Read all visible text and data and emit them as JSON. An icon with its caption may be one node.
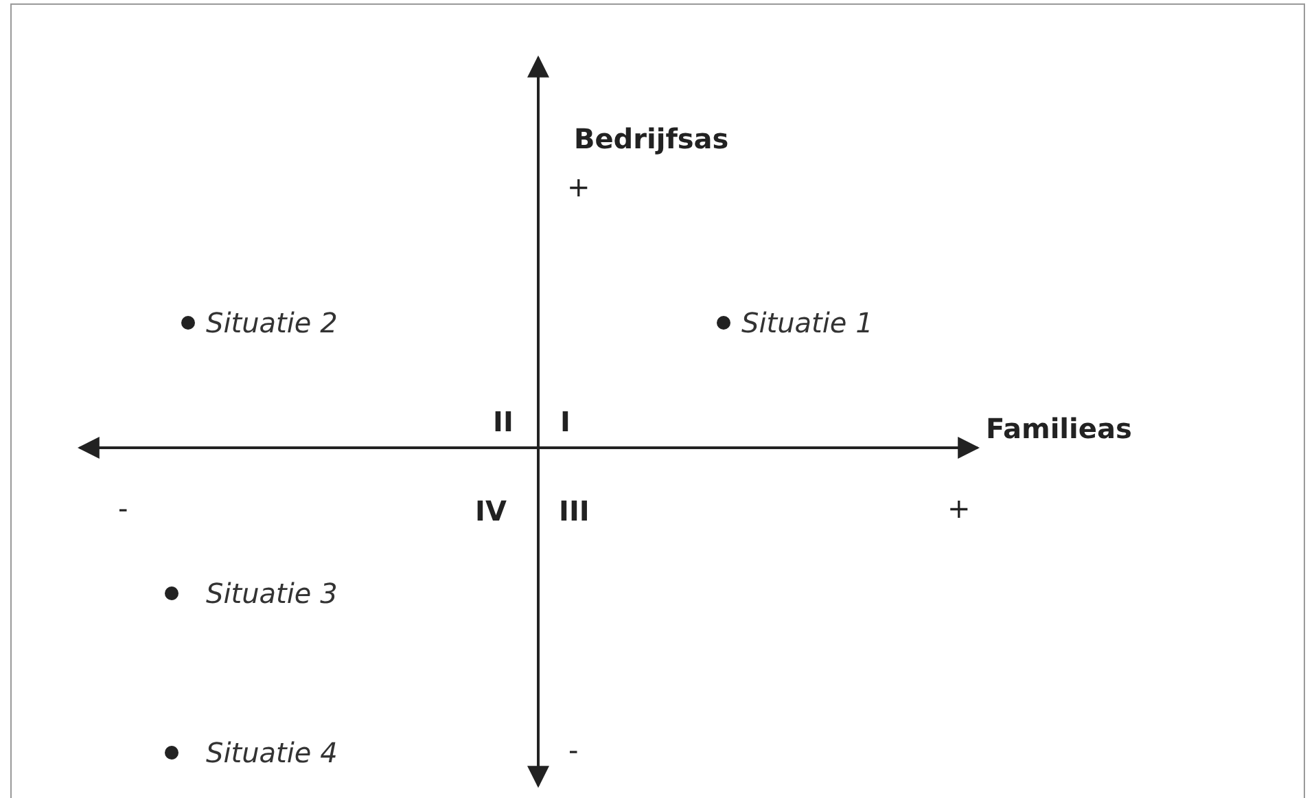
{
  "diagram": {
    "labels": [
      "Bedrijfsas",
      "+",
      "Situatie 2",
      "Situatie 1",
      "II",
      "I",
      "Familieas",
      "-",
      "IV",
      "III",
      "+",
      "Situatie 3",
      "Situatie 4",
      "-"
    ]
  }
}
